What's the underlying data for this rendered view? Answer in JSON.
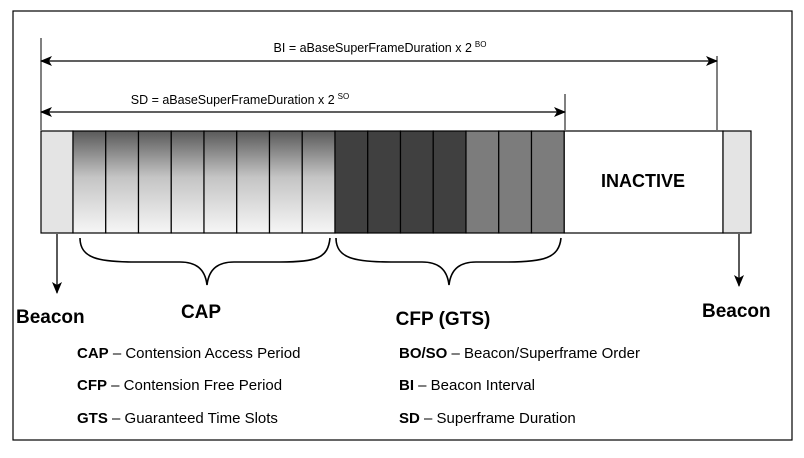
{
  "colors": {
    "beacon_fill": "#e4e4e4",
    "cfp_dark": "#404040",
    "cfp_mid": "#7c7c7c",
    "border": "#000000"
  },
  "bi_formula": {
    "text": "BI = aBaseSuperFrameDuration x 2",
    "exp": "BO"
  },
  "sd_formula": {
    "text": "SD = aBaseSuperFrameDuration x 2",
    "exp": "SO"
  },
  "slots": {
    "cap_count": 8,
    "cfp_dark_count": 4,
    "cfp_mid_count": 3
  },
  "inactive_label": "INACTIVE",
  "labels": {
    "beacon_left": "Beacon",
    "beacon_right": "Beacon",
    "cap": "CAP",
    "cfp": "CFP (GTS)"
  },
  "legend": {
    "left": [
      {
        "term": "CAP",
        "desc": " – Contension Access Period"
      },
      {
        "term": "CFP",
        "desc": " – Contension Free Period"
      },
      {
        "term": "GTS",
        "desc": " – Guaranteed Time Slots"
      }
    ],
    "right": [
      {
        "term": "BO/SO",
        "desc": " – Beacon/Superframe Order"
      },
      {
        "term": "BI",
        "desc": " – Beacon Interval"
      },
      {
        "term": "SD",
        "desc": " – Superframe Duration"
      }
    ]
  }
}
